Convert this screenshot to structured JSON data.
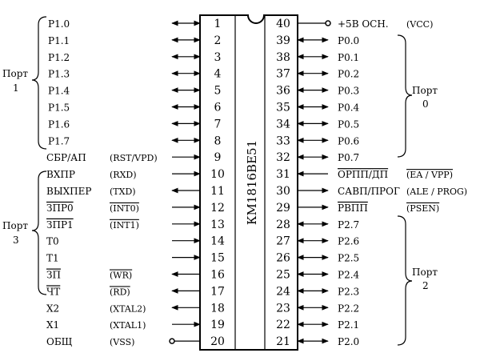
{
  "chip": {
    "name": "КМ1816ВЕ51",
    "left_pins": [
      {
        "num": "1",
        "label": "P1.0",
        "alt": "",
        "dir": "bi",
        "over_label": false,
        "over_alt": false
      },
      {
        "num": "2",
        "label": "P1.1",
        "alt": "",
        "dir": "bi",
        "over_label": false,
        "over_alt": false
      },
      {
        "num": "3",
        "label": "P1.2",
        "alt": "",
        "dir": "bi",
        "over_label": false,
        "over_alt": false
      },
      {
        "num": "4",
        "label": "P1.3",
        "alt": "",
        "dir": "bi",
        "over_label": false,
        "over_alt": false
      },
      {
        "num": "5",
        "label": "P1.4",
        "alt": "",
        "dir": "bi",
        "over_label": false,
        "over_alt": false
      },
      {
        "num": "6",
        "label": "P1.5",
        "alt": "",
        "dir": "bi",
        "over_label": false,
        "over_alt": false
      },
      {
        "num": "7",
        "label": "P1.6",
        "alt": "",
        "dir": "bi",
        "over_label": false,
        "over_alt": false
      },
      {
        "num": "8",
        "label": "P1.7",
        "alt": "",
        "dir": "bi",
        "over_label": false,
        "over_alt": false
      },
      {
        "num": "9",
        "label": "СБР/АП",
        "alt": "(RST/VPD)",
        "dir": "in",
        "over_label": false,
        "over_alt": false
      },
      {
        "num": "10",
        "label": "ВХПР",
        "alt": "(RXD)",
        "dir": "in",
        "over_label": false,
        "over_alt": false
      },
      {
        "num": "11",
        "label": "ВЫХПЕР",
        "alt": "(TXD)",
        "dir": "out",
        "over_label": false,
        "over_alt": false
      },
      {
        "num": "12",
        "label": "ЗПР0",
        "alt": "(INT0)",
        "dir": "in",
        "over_label": true,
        "over_alt": true
      },
      {
        "num": "13",
        "label": "ЗПР1",
        "alt": "(INT1)",
        "dir": "in",
        "over_label": true,
        "over_alt": true
      },
      {
        "num": "14",
        "label": "Т0",
        "alt": "",
        "dir": "in",
        "over_label": false,
        "over_alt": false
      },
      {
        "num": "15",
        "label": "Т1",
        "alt": "",
        "dir": "in",
        "over_label": false,
        "over_alt": false
      },
      {
        "num": "16",
        "label": "ЗП",
        "alt": "(WR)",
        "dir": "out",
        "over_label": true,
        "over_alt": true
      },
      {
        "num": "17",
        "label": "ЧТ",
        "alt": "(RD)",
        "dir": "out",
        "over_label": true,
        "over_alt": true
      },
      {
        "num": "18",
        "label": "X2",
        "alt": "(XTAL2)",
        "dir": "out",
        "over_label": false,
        "over_alt": false
      },
      {
        "num": "19",
        "label": "X1",
        "alt": "(XTAL1)",
        "dir": "in",
        "over_label": false,
        "over_alt": false
      },
      {
        "num": "20",
        "label": "ОБЩ",
        "alt": "(VSS)",
        "dir": "pad",
        "over_label": false,
        "over_alt": false
      }
    ],
    "right_pins": [
      {
        "num": "40",
        "label": "+5В ОСН.",
        "alt": "(VCC)",
        "dir": "pad",
        "over_label": false,
        "over_alt": false
      },
      {
        "num": "39",
        "label": "P0.0",
        "alt": "",
        "dir": "bi",
        "over_label": false,
        "over_alt": false
      },
      {
        "num": "38",
        "label": "P0.1",
        "alt": "",
        "dir": "bi",
        "over_label": false,
        "over_alt": false
      },
      {
        "num": "37",
        "label": "P0.2",
        "alt": "",
        "dir": "bi",
        "over_label": false,
        "over_alt": false
      },
      {
        "num": "36",
        "label": "P0.3",
        "alt": "",
        "dir": "bi",
        "over_label": false,
        "over_alt": false
      },
      {
        "num": "35",
        "label": "P0.4",
        "alt": "",
        "dir": "bi",
        "over_label": false,
        "over_alt": false
      },
      {
        "num": "34",
        "label": "P0.5",
        "alt": "",
        "dir": "bi",
        "over_label": false,
        "over_alt": false
      },
      {
        "num": "33",
        "label": "P0.6",
        "alt": "",
        "dir": "bi",
        "over_label": false,
        "over_alt": false
      },
      {
        "num": "32",
        "label": "P0.7",
        "alt": "",
        "dir": "bi",
        "over_label": false,
        "over_alt": false
      },
      {
        "num": "31",
        "label": "ОРПП/ДП",
        "alt": "(EA / VPP)",
        "dir": "in",
        "over_label": true,
        "over_alt": true
      },
      {
        "num": "30",
        "label": "САВП/ПРОГ",
        "alt": "(ALE / PROG)",
        "dir": "out",
        "over_label": false,
        "over_alt": false
      },
      {
        "num": "29",
        "label": "РВПП",
        "alt": "(PSEN)",
        "dir": "out",
        "over_label": true,
        "over_alt": true
      },
      {
        "num": "28",
        "label": "P2.7",
        "alt": "",
        "dir": "bi",
        "over_label": false,
        "over_alt": false
      },
      {
        "num": "27",
        "label": "P2.6",
        "alt": "",
        "dir": "bi",
        "over_label": false,
        "over_alt": false
      },
      {
        "num": "26",
        "label": "P2.5",
        "alt": "",
        "dir": "bi",
        "over_label": false,
        "over_alt": false
      },
      {
        "num": "25",
        "label": "P2.4",
        "alt": "",
        "dir": "bi",
        "over_label": false,
        "over_alt": false
      },
      {
        "num": "24",
        "label": "P2.3",
        "alt": "",
        "dir": "bi",
        "over_label": false,
        "over_alt": false
      },
      {
        "num": "23",
        "label": "P2.2",
        "alt": "",
        "dir": "bi",
        "over_label": false,
        "over_alt": false
      },
      {
        "num": "22",
        "label": "P2.1",
        "alt": "",
        "dir": "bi",
        "over_label": false,
        "over_alt": false
      },
      {
        "num": "21",
        "label": "P2.0",
        "alt": "",
        "dir": "bi",
        "over_label": false,
        "over_alt": false
      }
    ]
  },
  "groups": {
    "port1": {
      "line1": "Порт",
      "line2": "1"
    },
    "port3": {
      "line1": "Порт",
      "line2": "3"
    },
    "port0": {
      "line1": "Порт",
      "line2": "0"
    },
    "port2": {
      "line1": "Порт",
      "line2": "2"
    }
  }
}
